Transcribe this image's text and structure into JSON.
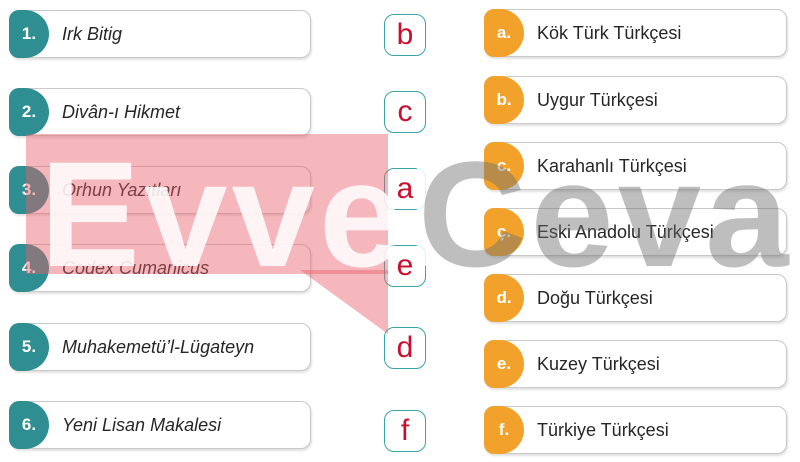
{
  "left_items": [
    {
      "num": "1.",
      "title": "Irk Bitig"
    },
    {
      "num": "2.",
      "title": "Divân-ı Hikmet"
    },
    {
      "num": "3.",
      "title": "Orhun Yazıtları"
    },
    {
      "num": "4.",
      "title": "Codex Cumanicus"
    },
    {
      "num": "5.",
      "title": "Muhakemetü’l-Lügateyn"
    },
    {
      "num": "6.",
      "title": "Yeni Lisan Makalesi"
    }
  ],
  "answers": [
    "b",
    "c",
    "a",
    "e",
    "d",
    "f"
  ],
  "right_items": [
    {
      "letter": "a.",
      "label": "Kök Türk Türkçesi"
    },
    {
      "letter": "b.",
      "label": "Uygur Türkçesi"
    },
    {
      "letter": "c.",
      "label": "Karahanlı Türkçesi"
    },
    {
      "letter": "ç.",
      "label": "Eski Anadolu Türkçesi"
    },
    {
      "letter": "d.",
      "label": "Doğu Türkçesi"
    },
    {
      "letter": "e.",
      "label": "Kuzey Türkçesi"
    },
    {
      "letter": "f.",
      "label": "Türkiye Türkçesi"
    }
  ],
  "watermark": {
    "left": "Evvel",
    "right": "Cevap"
  },
  "colors": {
    "teal": "#2e8e91",
    "orange": "#f2a22a",
    "answer_text": "#c8102e",
    "answer_border": "#3aa3a6"
  }
}
